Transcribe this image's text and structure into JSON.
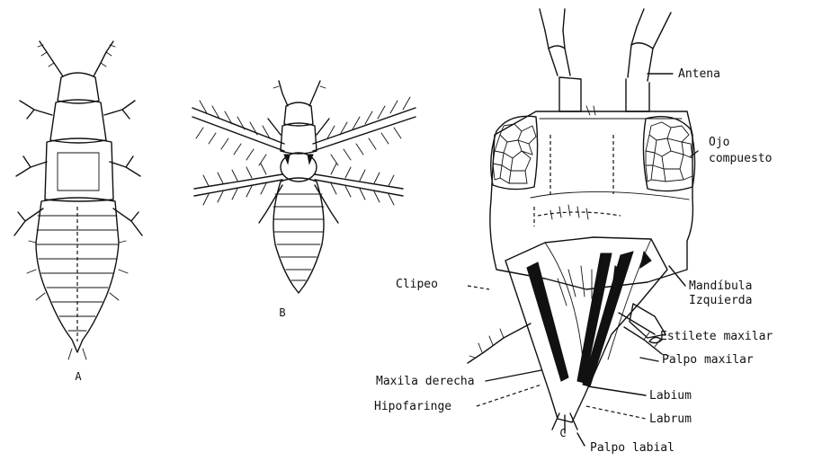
{
  "panels": {
    "a": "A",
    "b": "B",
    "c": "C"
  },
  "labels": {
    "antena": "Antena",
    "ojo_1": "Ojo",
    "ojo_2": "compuesto",
    "clipeo": "Clipeo",
    "mandibula_1": "Mandíbula",
    "mandibula_2": "Izquierda",
    "estilete": "Estilete maxilar",
    "palpo_maxilar": "Palpo maxilar",
    "maxila": "Maxila derecha",
    "hipofaringe": "Hipofaringe",
    "labium": "Labium",
    "labrum": "Labrum",
    "palpo_labial": "Palpo labial"
  }
}
